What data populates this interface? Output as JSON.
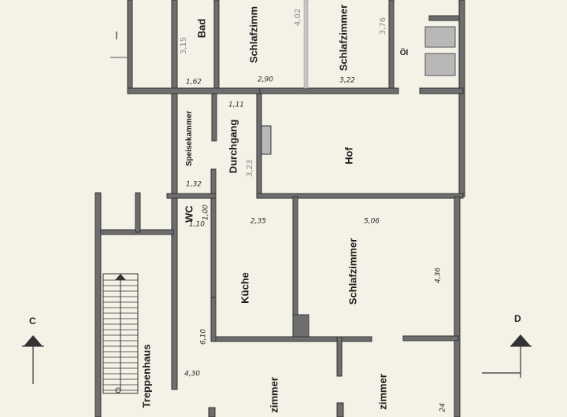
{
  "rooms": {
    "bad": "Bad",
    "schlafzimmer_top_a": "Schlafzimm",
    "schlafzimmer_top_b": "Schlafzimmer",
    "speisekammer": "Speisekammer",
    "durchgang": "Durchgang",
    "hof": "Hof",
    "wc": "WC",
    "kueche": "Küche",
    "schlafzimmer_mid": "Schlafzimmer",
    "treppenhaus": "Treppenhaus",
    "zimmer_bottom_a": "zimmer",
    "zimmer_bottom_b": "zimmer",
    "oel": "Öl"
  },
  "dimensions": {
    "d_315": "3,15",
    "d_402": "4,02",
    "d_376": "3,76",
    "d_162": "1,62",
    "d_290": "2,90",
    "d_322": "3,22",
    "d_111": "1,11",
    "d_323": "3,23",
    "d_132": "1,32",
    "d_110": "1,10",
    "d_100": "1,00",
    "d_235": "2,35",
    "d_506": "5,06",
    "d_436": "4,36",
    "d_610": "6,10",
    "d_430": "4,30",
    "d_24": "24"
  },
  "sections": {
    "c": "C",
    "d": "D"
  }
}
